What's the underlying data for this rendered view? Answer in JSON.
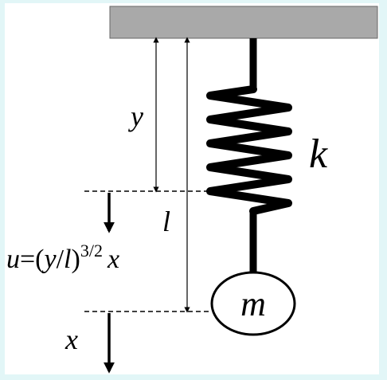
{
  "colors": {
    "background": "#e2f6f7",
    "frame": "#ffffff",
    "ceiling": "#a9a9a9",
    "ink": "#000000"
  },
  "labels": {
    "spring_constant": "k",
    "mass": "m",
    "y_distance": "y",
    "l_distance": "l",
    "x_displacement": "x"
  },
  "formula": {
    "lhs": "u",
    "eq": "=(",
    "y": "y",
    "slash": "/",
    "l": "l",
    "rparen": ")",
    "exponent": "3/2",
    "x": "x"
  }
}
